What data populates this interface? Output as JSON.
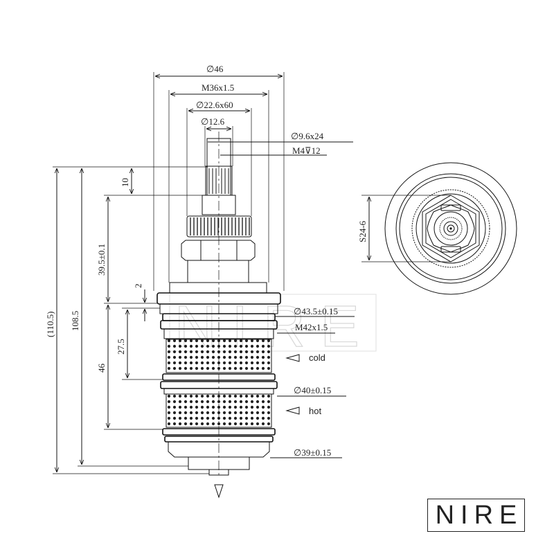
{
  "top_dims": {
    "d46": "∅46",
    "m36": "M36x1.5",
    "d22": "∅22.6x60",
    "d12": "∅12.6",
    "d9": "∅9.6x24",
    "m4": "M4⊽12"
  },
  "left_dims": {
    "h10": "10",
    "h39": "39.5±0.1",
    "h2": "2",
    "h27": "27.5",
    "h46": "46",
    "h108": "108.5",
    "h110": "(110.5)"
  },
  "right_dims": {
    "d43": "∅43.5±0.15",
    "m42": "M42x1.5",
    "d40": "∅40±0.15",
    "d39": "∅39±0.15"
  },
  "flow_labels": {
    "cold": "cold",
    "hot": "hot"
  },
  "end_view": {
    "s24": "S24-6"
  },
  "watermark": "NIRE",
  "logo": "NIRE",
  "colors": {
    "line": "#111111",
    "watermark": "#d8d8d8"
  }
}
